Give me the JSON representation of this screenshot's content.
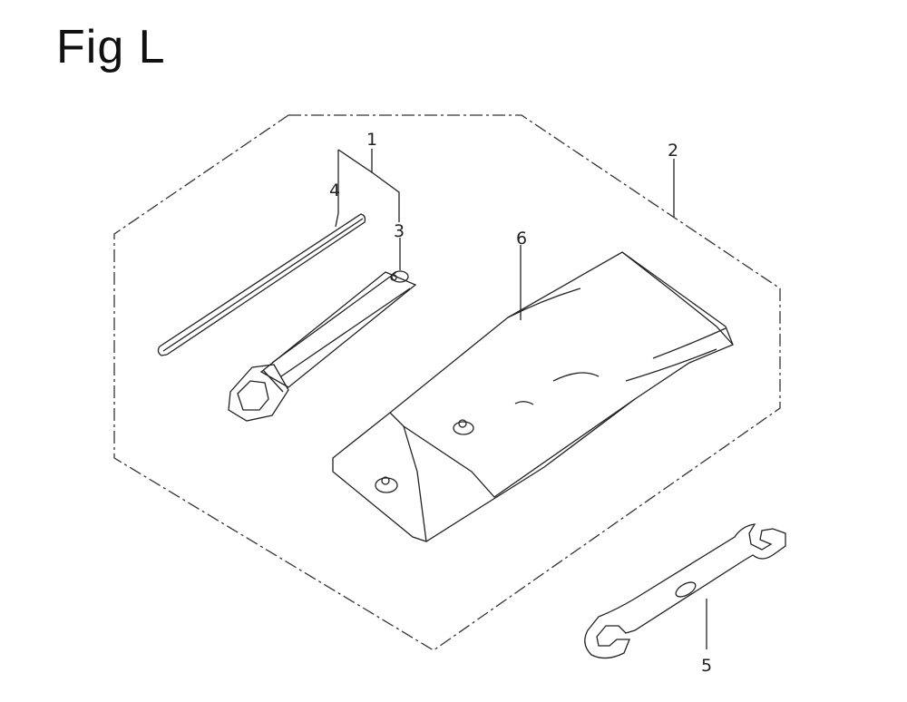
{
  "figure": {
    "title": "Fig L",
    "callouts": {
      "c1": "1",
      "c2": "2",
      "c3": "3",
      "c4": "4",
      "c5": "5",
      "c6": "6"
    }
  }
}
